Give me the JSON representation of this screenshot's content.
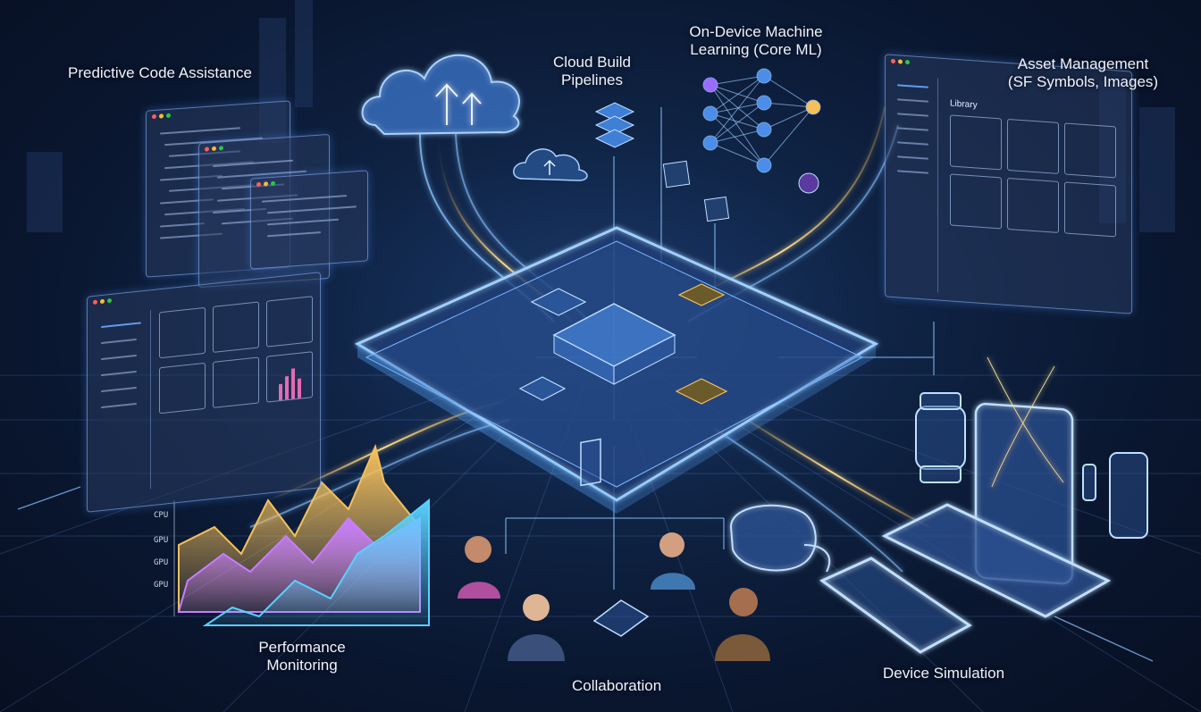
{
  "labels": {
    "predictive": "Predictive Code Assistance",
    "cloud": "Cloud Build\nPipelines",
    "ml": "On-Device Machine\nLearning (Core ML)",
    "assets": "Asset Management\n(SF Symbols, Images)",
    "performance": "Performance\nMonitoring",
    "collaboration": "Collaboration",
    "devices": "Device Simulation"
  },
  "asset_panel": {
    "title": "Library"
  },
  "performance_axis": [
    "CPU",
    "GPU",
    "GPU",
    "GPU"
  ],
  "icons": [
    "cloud-upload-icon",
    "cloud-icon",
    "neural-network-icon",
    "stack-icon",
    "cube-icon",
    "watch-icon",
    "tablet-icon",
    "phone-icon",
    "vision-headset-icon",
    "apple-logo-icon"
  ],
  "colors": {
    "accent_blue": "#5aa8ff",
    "accent_gold": "#f5c05a",
    "accent_purple": "#c77dff"
  }
}
